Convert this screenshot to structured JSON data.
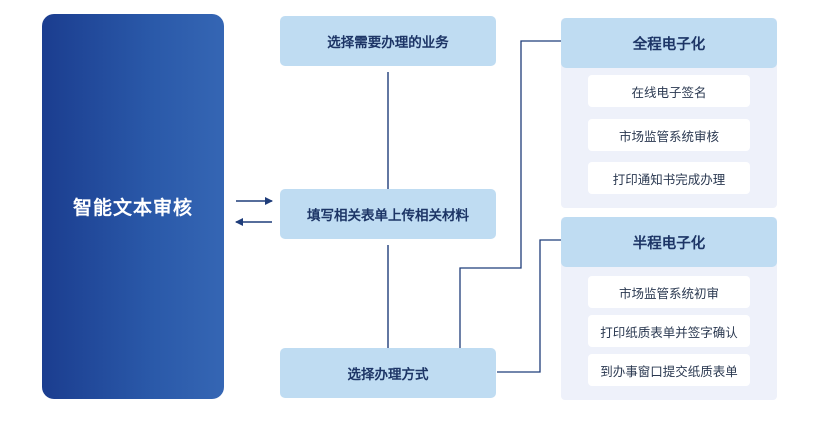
{
  "main_block": {
    "label": "智能文本审核"
  },
  "steps": [
    {
      "label": "选择需要办理的业务"
    },
    {
      "label": "填写相关表单上传相关材料"
    },
    {
      "label": "选择办理方式"
    }
  ],
  "panels": [
    {
      "title": "全程电子化",
      "options": [
        "在线电子签名",
        "市场监管系统审核",
        "打印通知书完成办理"
      ]
    },
    {
      "title": "半程电子化",
      "options": [
        "市场监管系统初审",
        "打印纸质表单并签字确认",
        "到办事窗口提交纸质表单"
      ]
    }
  ],
  "colors": {
    "primary_dark": "#1b3d8f",
    "step_fill": "#bfdcf2",
    "panel_fill": "#eef1fa",
    "arrow": "#1f3d7a"
  }
}
